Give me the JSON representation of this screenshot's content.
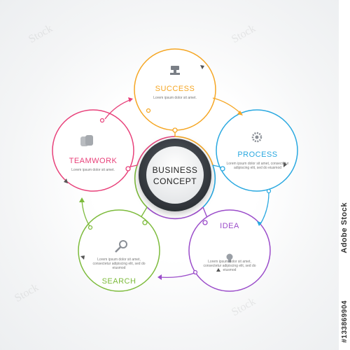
{
  "center": {
    "line1": "BUSINESS",
    "line2": "CONCEPT"
  },
  "steps": [
    {
      "title": "SUCCESS",
      "desc": "Lorem ipsum dolor sit amet.",
      "color": "#f5a623",
      "icon": "trophy-icon"
    },
    {
      "title": "PROCESS",
      "desc": "Lorem ipsum dolor sit amet, consectetur adipiscing elit, sed do eiusmod",
      "color": "#29a8e0",
      "icon": "gear-icon"
    },
    {
      "title": "IDEA",
      "desc": "Lorem ipsum dolor sit amet, consectetur adipiscing elit, sed do eiusmod",
      "color": "#9b4dca",
      "icon": "lightbulb-icon"
    },
    {
      "title": "SEARCH",
      "desc": "Lorem ipsum dolor sit amet, consectetur adipiscing elit, sed do eiusmod",
      "color": "#7dbb3c",
      "icon": "magnifier-icon"
    },
    {
      "title": "TEAMWORK",
      "desc": "Lorem ipsum dolor sit amet.",
      "color": "#e8417a",
      "icon": "people-icon"
    }
  ],
  "watermark": {
    "brand": "Adobe Stock",
    "id": "#133869904",
    "mark": "Stock"
  }
}
